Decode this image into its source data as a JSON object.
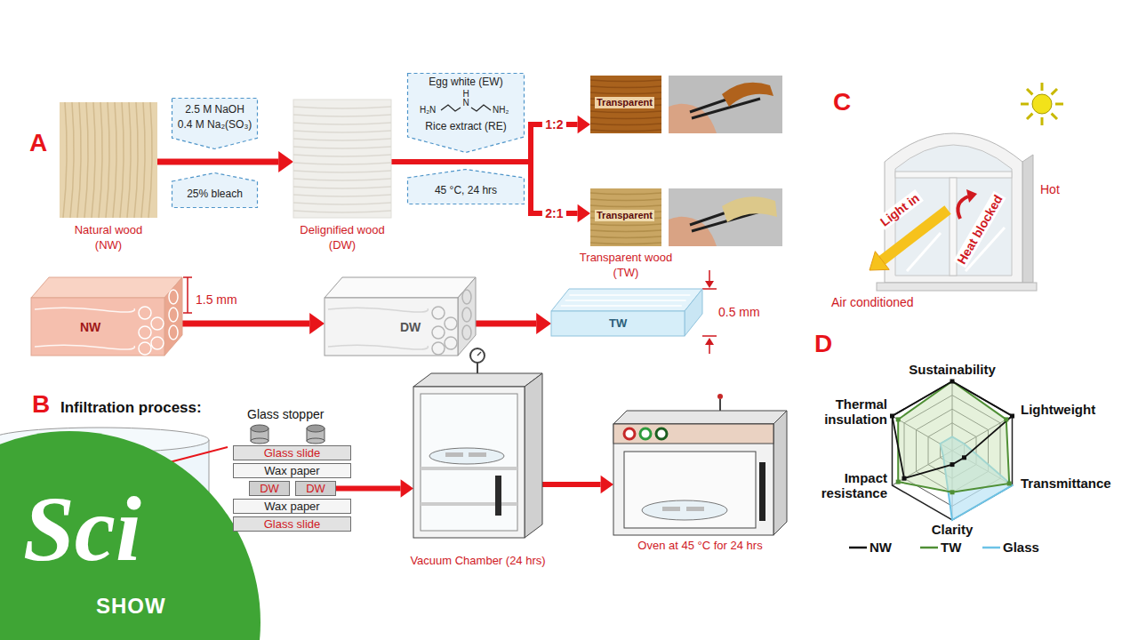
{
  "diagram": {
    "nodes": [
      {
        "text": [
          "Natural wood (NW)"
        ]
      },
      {
        "text": [
          "2.5 M NaOH",
          "0.4 M Na₂(SO₃)"
        ]
      },
      {
        "text": [
          "25% bleach"
        ]
      },
      {
        "text": [
          "Delignified wood (DW)"
        ]
      },
      {
        "text": [
          "Egg white (EW)",
          "H",
          "H₂N",
          "N",
          "NH₂",
          "Rice extract (RE)"
        ]
      },
      {
        "text": [
          "45 °C, 24 hrs"
        ]
      },
      {
        "text": [
          "Transparent"
        ]
      },
      {
        "text": [
          "Transparent"
        ]
      },
      {
        "text": [
          "NW"
        ]
      },
      {
        "text": [
          "DW"
        ]
      },
      {
        "text": [
          "TW"
        ]
      },
      {
        "text": [
          "Glass slide"
        ]
      },
      {
        "text": [
          "Wax paper"
        ]
      },
      {
        "text": [
          "DW"
        ]
      },
      {
        "text": [
          "DW"
        ]
      },
      {
        "text": [
          "Wax paper"
        ]
      },
      {
        "text": [
          "Glass slide"
        ]
      },
      {
        "text": [
          "Vacuum Chamber (24 hrs)"
        ]
      },
      {
        "text": [
          "Oven at 45 °C for 24 hrs"
        ]
      }
    ],
    "edges": [
      {
        "from": 0,
        "to": 3,
        "arrow": "to"
      },
      {
        "from": 3,
        "to": 6,
        "label": "1:2",
        "arrow": "to"
      },
      {
        "from": 3,
        "to": 7,
        "label": "2:1",
        "arrow": "to"
      },
      {
        "from": 8,
        "to": 9,
        "arrow": "to"
      },
      {
        "from": 9,
        "to": 10,
        "arrow": "to"
      },
      {
        "from": 14,
        "to": 17,
        "arrow": "to"
      },
      {
        "from": 17,
        "to": 18,
        "arrow": "to"
      }
    ],
    "labels": [
      "A",
      "Transparent wood (TW)",
      "1.5 mm",
      "0.5 mm",
      "B",
      "Infiltration process:",
      "Glass stopper",
      "C",
      "Light in",
      "Heat blocked",
      "Hot",
      "Air conditioned",
      "D",
      "Sustainability",
      "Lightweight",
      "Transmittance",
      "Clarity",
      "Impact resistance",
      "Thermal insulation",
      "Sci",
      "SHOW"
    ],
    "legend": [
      {
        "text": "NW"
      },
      {
        "text": "TW"
      },
      {
        "text": "Glass"
      }
    ]
  }
}
